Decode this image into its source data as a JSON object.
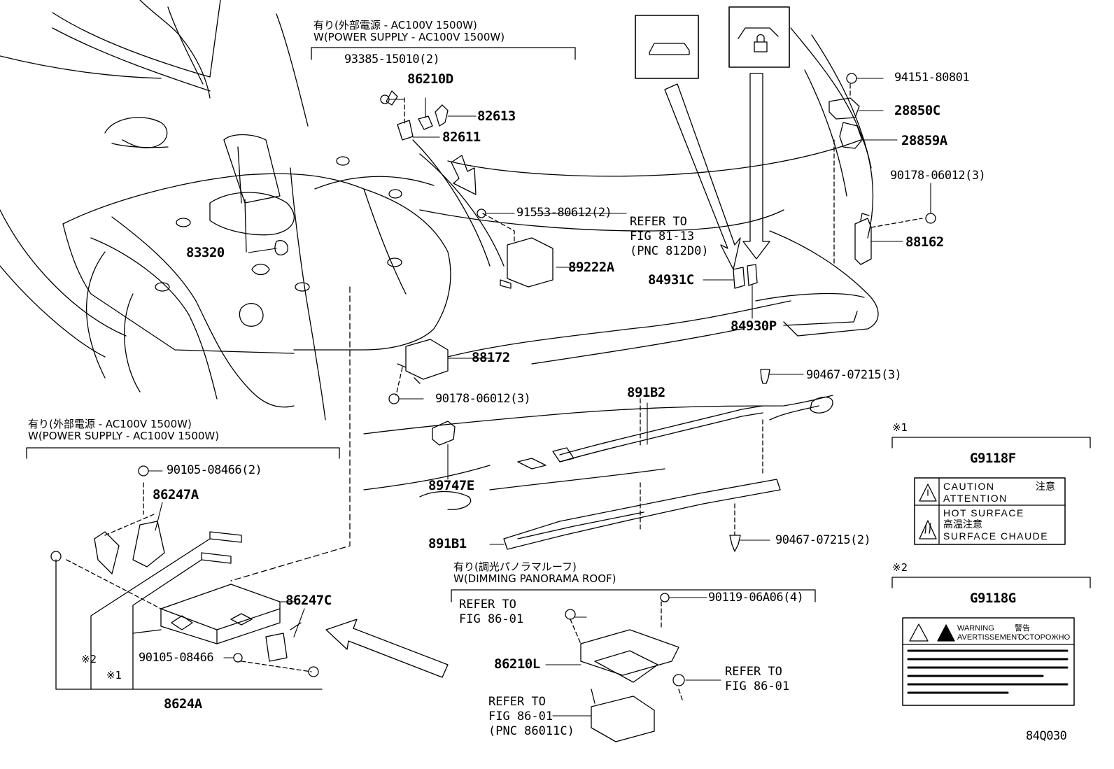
{
  "conditions": {
    "power_top": "有り(外部電源 - AC100V 1500W)\nW(POWER SUPPLY - AC100V 1500W)",
    "power_left": "有り(外部電源 - AC100V 1500W)\nW(POWER SUPPLY - AC100V 1500W)",
    "panorama": "有り(調光パノラマルーフ)\nW(DIMMING PANORAMA ROOF)"
  },
  "parts": {
    "p93385": "93385-15010(2)",
    "p86210D": "86210D",
    "p82613": "82613",
    "p82611": "82611",
    "p91553": "91553-80612(2)",
    "p89222A": "89222A",
    "p83320": "83320",
    "p88172": "88172",
    "p90178a": "90178-06012(3)",
    "p94151": "94151-80801",
    "p28850C": "28850C",
    "p28859A": "28859A",
    "p90178b": "90178-06012(3)",
    "p88162": "88162",
    "p84931C": "84931C",
    "p84930P": "84930P",
    "p90467a": "90467-07215(3)",
    "p891B2": "891B2",
    "p89747E": "89747E",
    "p891B1": "891B1",
    "p90467b": "90467-07215(2)",
    "p90105a": "90105-08466(2)",
    "p86247A": "86247A",
    "p86247C": "86247C",
    "p90105b": "90105-08466",
    "p8624A": "8624A",
    "p90119": "90119-06A06(4)",
    "p86210L": "86210L",
    "pG9118F": "G9118F",
    "pG9118G": "G9118G"
  },
  "refs": {
    "r1": "REFER TO\nFIG 81-13\n(PNC 812D0)",
    "r2": "REFER TO\nFIG 86-01",
    "r3": "REFER TO\nFIG 86-01",
    "r4": "REFER TO\nFIG 86-01\n(PNC 86011C)"
  },
  "marks": {
    "m1_side": "※1",
    "m2_side": "※2",
    "m1_left": "※1",
    "m2_left": "※2"
  },
  "label_caution": {
    "l1": "CAUTION",
    "l1_jp": "注意",
    "l2": "ATTENTION",
    "l3": "HOT SURFACE",
    "l4": "高温注意",
    "l5": "SURFACE CHAUDE"
  },
  "label_warning": {
    "w1": "WARNING",
    "w1_jp": "警告",
    "w2": "AVERTISSEMENT",
    "w3": "OCTOPOЖHO"
  },
  "figure_code": "84Q030",
  "icons": [
    "vehicle-rear-door-icon",
    "vehicle-rear-door-lock-icon",
    "warning-triangle-icon",
    "hot-surface-icon"
  ],
  "colors": {
    "ink": "#000000",
    "paper": "#ffffff"
  }
}
